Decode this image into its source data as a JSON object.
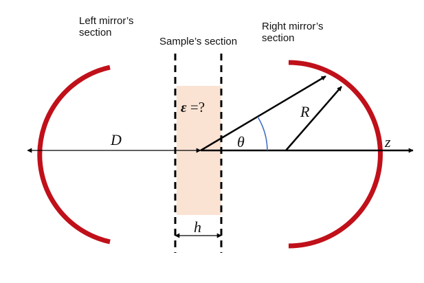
{
  "labels": {
    "left_mirror": "Left mirror’s\nsection",
    "sample": "Sample’s section",
    "right_mirror": "Right mirror’s\nsection"
  },
  "symbols": {
    "D": "D",
    "epsilon_symbol": "ε",
    "epsilon_rest": " =?",
    "theta": "θ",
    "R": "R",
    "z": "z",
    "h": "h"
  },
  "colors": {
    "mirror": "#c0101a",
    "sample_fill": "#fbe3d4",
    "arc": "#4472c4",
    "line": "#000000"
  }
}
